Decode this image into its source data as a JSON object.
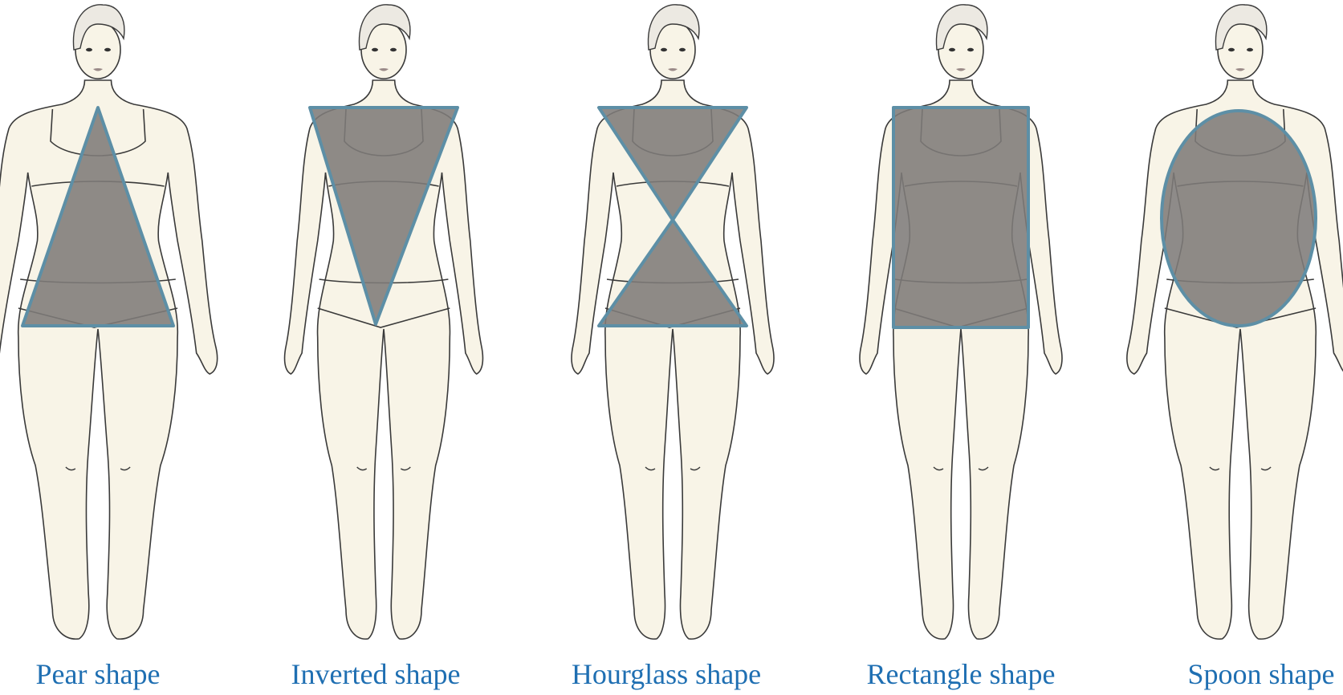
{
  "colors": {
    "caption": "#1f6fb2",
    "skin": "#f8f4e7",
    "outline": "#3a3a3a",
    "shape_fill": "#7e7b79",
    "shape_stroke": "#5d8fa6",
    "hair": "#ece9e2"
  },
  "figures": [
    {
      "caption": "Pear shape",
      "shape": "triangle-up"
    },
    {
      "caption": "Inverted shape",
      "shape": "triangle-down"
    },
    {
      "caption": "Hourglass shape",
      "shape": "hourglass"
    },
    {
      "caption": "Rectangle shape",
      "shape": "rectangle"
    },
    {
      "caption": "Spoon shape",
      "shape": "oval"
    }
  ]
}
